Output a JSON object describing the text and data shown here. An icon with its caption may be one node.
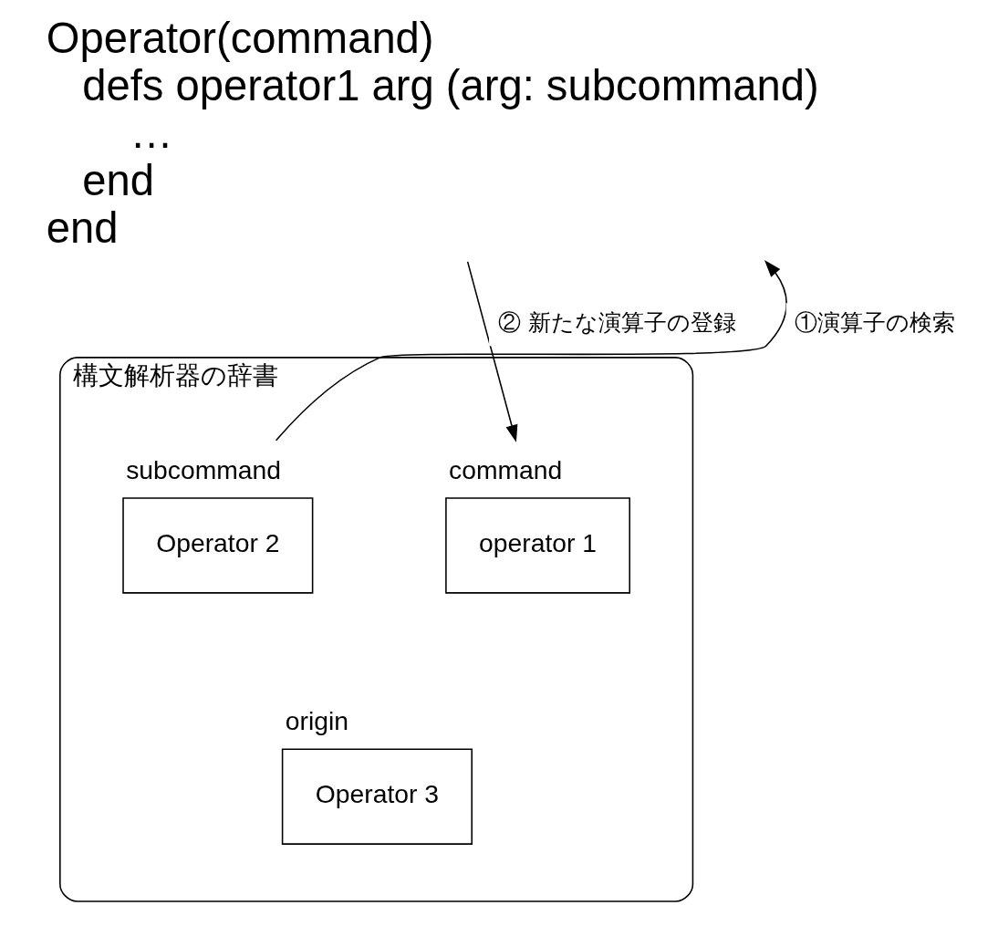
{
  "diagram": {
    "nodes": [
      {
        "text": [
          "Operator(command)",
          "defs operator1 arg (arg: subcommand)",
          "…",
          "end",
          "end"
        ]
      },
      {
        "text": [
          "構文解析器の辞書"
        ]
      },
      {
        "text": [
          "Operator 2"
        ],
        "in": 1,
        "beside": [
          "subcommand"
        ]
      },
      {
        "text": [
          "operator 1"
        ],
        "in": 1,
        "beside": [
          "command"
        ]
      },
      {
        "text": [
          "Operator 3"
        ],
        "in": 1,
        "beside": [
          "origin"
        ]
      }
    ],
    "edges": [
      {
        "from": 2,
        "to": 0,
        "arrow": "to",
        "label": "①演算子の検索"
      },
      {
        "from": 0,
        "to": 3,
        "arrow": "to",
        "label": "② 新たな演算子の登録"
      }
    ]
  }
}
